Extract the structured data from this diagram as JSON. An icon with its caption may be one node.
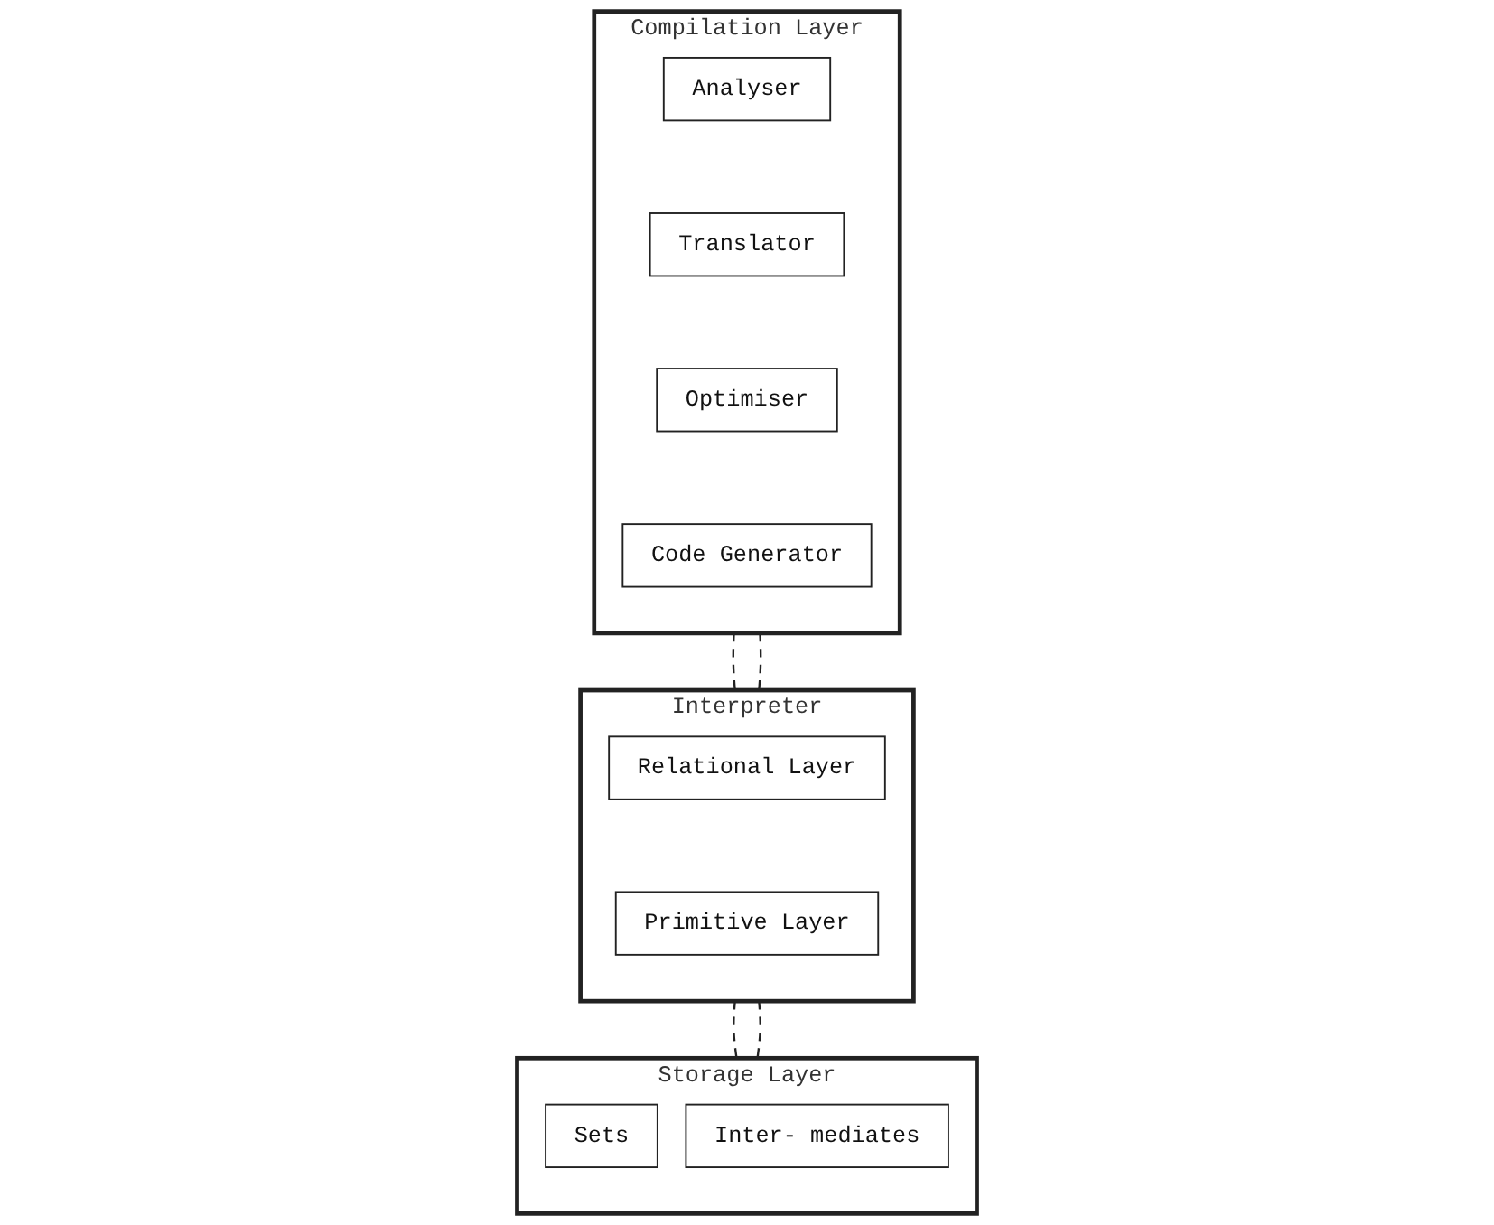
{
  "diagram": {
    "nodes": [
      {
        "text": [
          "Compilation Layer"
        ]
      },
      {
        "text": [
          "Analyser"
        ],
        "in": 0
      },
      {
        "text": [
          "Translator"
        ],
        "in": 0
      },
      {
        "text": [
          "Optimiser"
        ],
        "in": 0
      },
      {
        "text": [
          "Code Generator"
        ],
        "in": 0
      },
      {
        "text": [
          "Interpreter"
        ]
      },
      {
        "text": [
          "Relational Layer"
        ],
        "in": 5
      },
      {
        "text": [
          "Primitive Layer"
        ],
        "in": 5
      },
      {
        "text": [
          "Storage Layer"
        ]
      },
      {
        "text": [
          "Sets"
        ],
        "in": 8
      },
      {
        "text": [
          "Inter- mediates"
        ],
        "in": 8
      }
    ],
    "edges": [
      {
        "from": 0,
        "to": 5,
        "arrow": "none",
        "style": "dashed"
      },
      {
        "from": 0,
        "to": 5,
        "arrow": "none",
        "style": "dashed"
      },
      {
        "from": 5,
        "to": 8,
        "arrow": "none",
        "style": "dashed"
      },
      {
        "from": 5,
        "to": 8,
        "arrow": "none",
        "style": "dashed"
      }
    ]
  }
}
